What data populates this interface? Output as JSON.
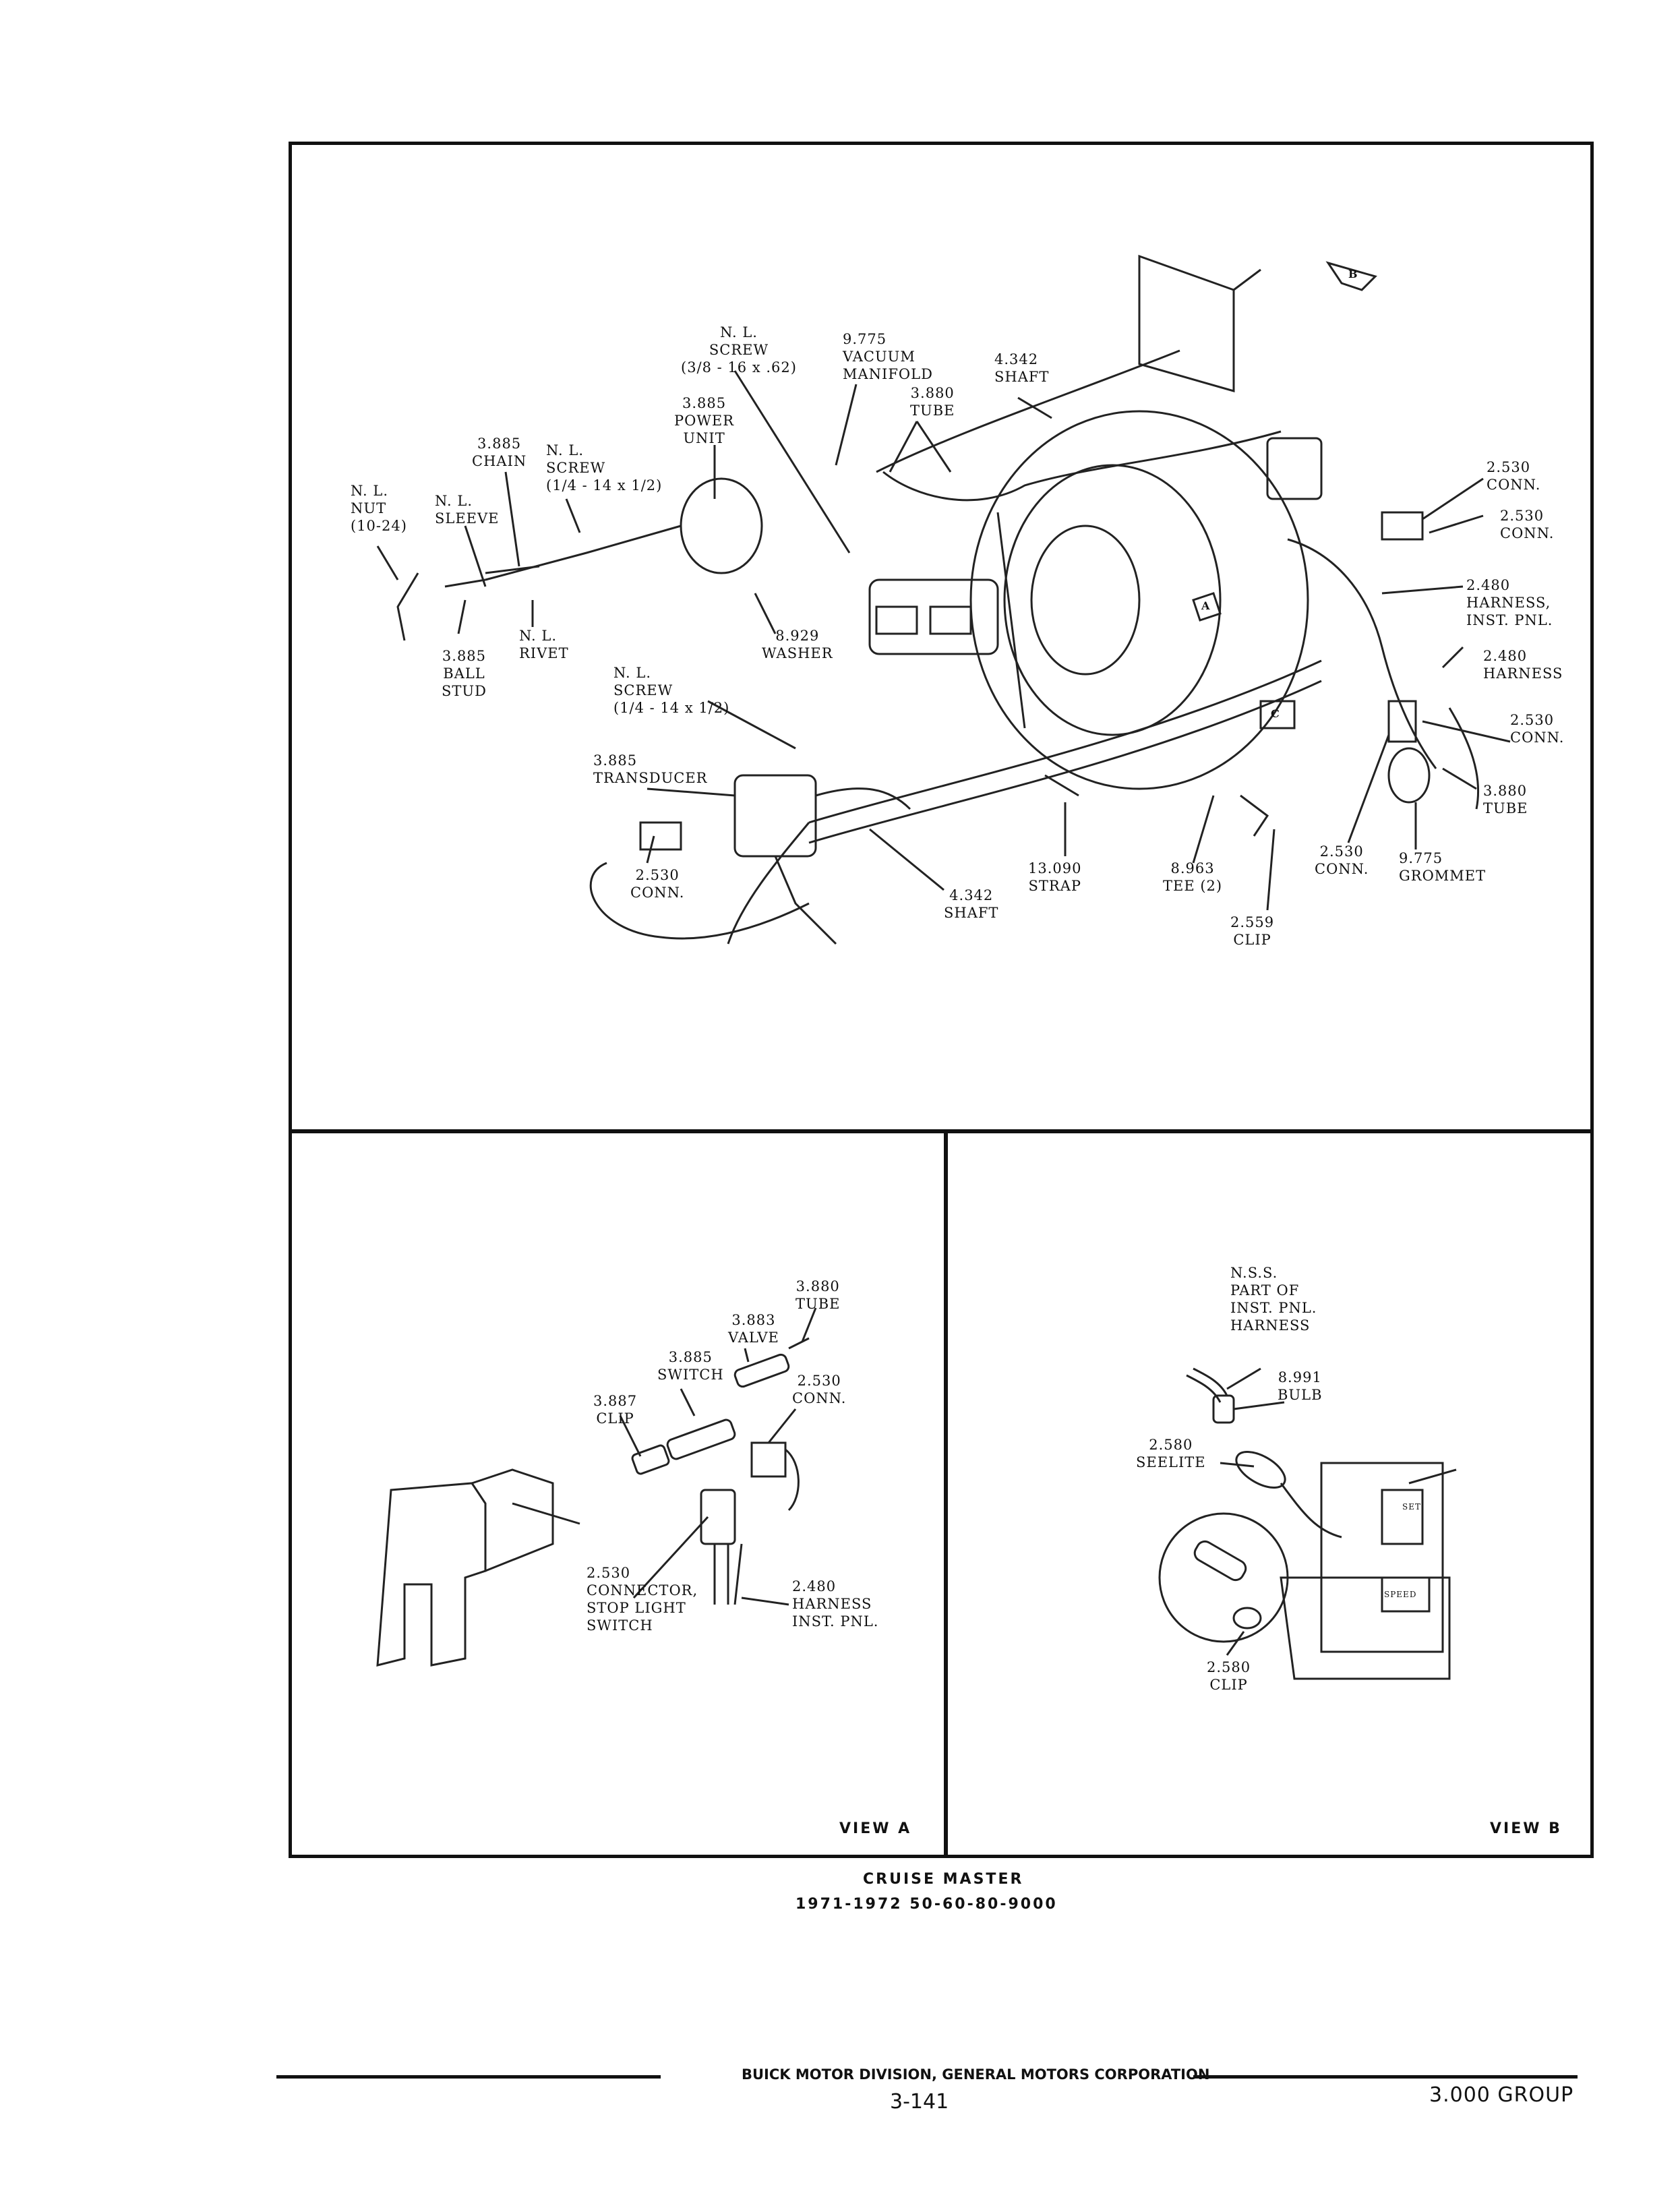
{
  "main": {
    "labels": {
      "nl_screw_top": "N. L.\nSCREW\n(3/8 - 16 x .62)",
      "vacuum_manifold": "9.775\nVACUUM\nMANIFOLD",
      "shaft_top": "4.342\nSHAFT",
      "power_unit": "3.885\nPOWER\nUNIT",
      "tube_top": "3.880\nTUBE",
      "chain": "3.885\nCHAIN",
      "nl_screw_left": "N. L.\nSCREW\n(1/4 - 14 x 1/2)",
      "nl_nut": "N. L.\nNUT\n(10-24)",
      "nl_sleeve": "N. L.\nSLEEVE",
      "ball_stud": "3.885\nBALL\nSTUD",
      "nl_rivet": "N. L.\nRIVET",
      "washer": "8.929\nWASHER",
      "nl_screw_mid": "N. L.\nSCREW\n(1/4 - 14 x 1/2)",
      "transducer": "3.885\nTRANSDUCER",
      "conn_left": "2.530\nCONN.",
      "shaft_bottom": "4.342\nSHAFT",
      "strap": "13.090\nSTRAP",
      "tee": "8.963\nTEE (2)",
      "clip": "2.559\nCLIP",
      "conn_mid": "2.530\nCONN.",
      "grommet": "9.775\nGROMMET",
      "conn_r1": "2.530\nCONN.",
      "conn_r2": "2.530\nCONN.",
      "harness_inst": "2.480\nHARNESS,\nINST. PNL.",
      "harness_r": "2.480\nHARNESS",
      "conn_r3": "2.530\nCONN.",
      "tube_r": "3.880\nTUBE",
      "marker_a": "A",
      "marker_b": "B",
      "marker_c": "C"
    }
  },
  "view_a": {
    "title": "VIEW A",
    "labels": {
      "tube": "3.880\nTUBE",
      "valve": "3.883\nVALVE",
      "switch": "3.885\nSWITCH",
      "conn": "2.530\nCONN.",
      "clip": "3.887\nCLIP",
      "connector": "2.530\nCONNECTOR,\nSTOP LIGHT\nSWITCH",
      "harness": "2.480\nHARNESS\nINST. PNL."
    }
  },
  "view_b": {
    "title": "VIEW B",
    "labels": {
      "nss": "N.S.S.\nPART OF\nINST. PNL.\nHARNESS",
      "bulb": "8.991\nBULB",
      "seelite": "2.580\nSEELITE",
      "clip": "2.580\nCLIP",
      "panel_text_1": "SET",
      "panel_text_2": "SPEED"
    }
  },
  "caption": {
    "line1": "CRUISE MASTER",
    "line2": "1971-1972 50-60-80-9000"
  },
  "footer": {
    "division": "BUICK MOTOR DIVISION, GENERAL MOTORS CORPORATION",
    "page": "3-141",
    "group": "3.000 GROUP"
  }
}
